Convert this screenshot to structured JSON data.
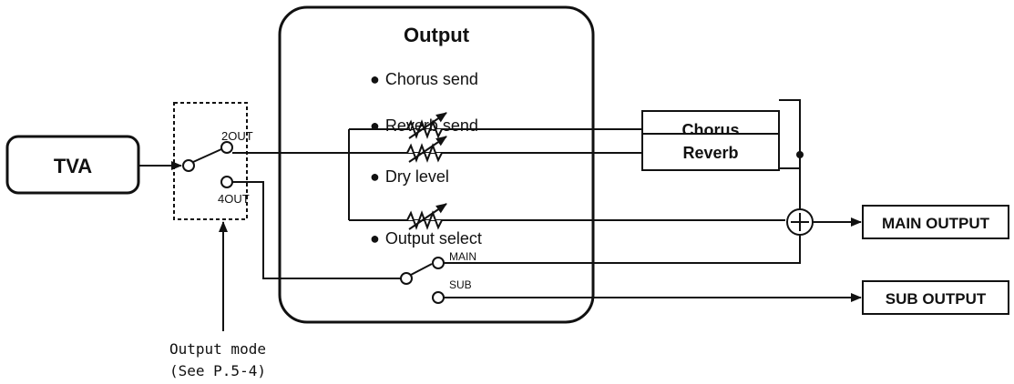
{
  "title": "Output",
  "blocks": {
    "tva": "TVA",
    "chorus": "Chorus",
    "reverb": "Reverb",
    "main_output": "MAIN OUTPUT",
    "sub_output": "SUB OUTPUT"
  },
  "params": {
    "chorus_send": "Chorus send",
    "reverb_send": "Reverb send",
    "dry_level": "Dry level",
    "output_select": "Output select"
  },
  "switch_labels": {
    "two_out": "2OUT",
    "four_out": "4OUT",
    "main": "MAIN",
    "sub": "SUB"
  },
  "annotation": {
    "line1": "Output mode",
    "line2": "(See P.5-4)"
  },
  "bullet": "●"
}
